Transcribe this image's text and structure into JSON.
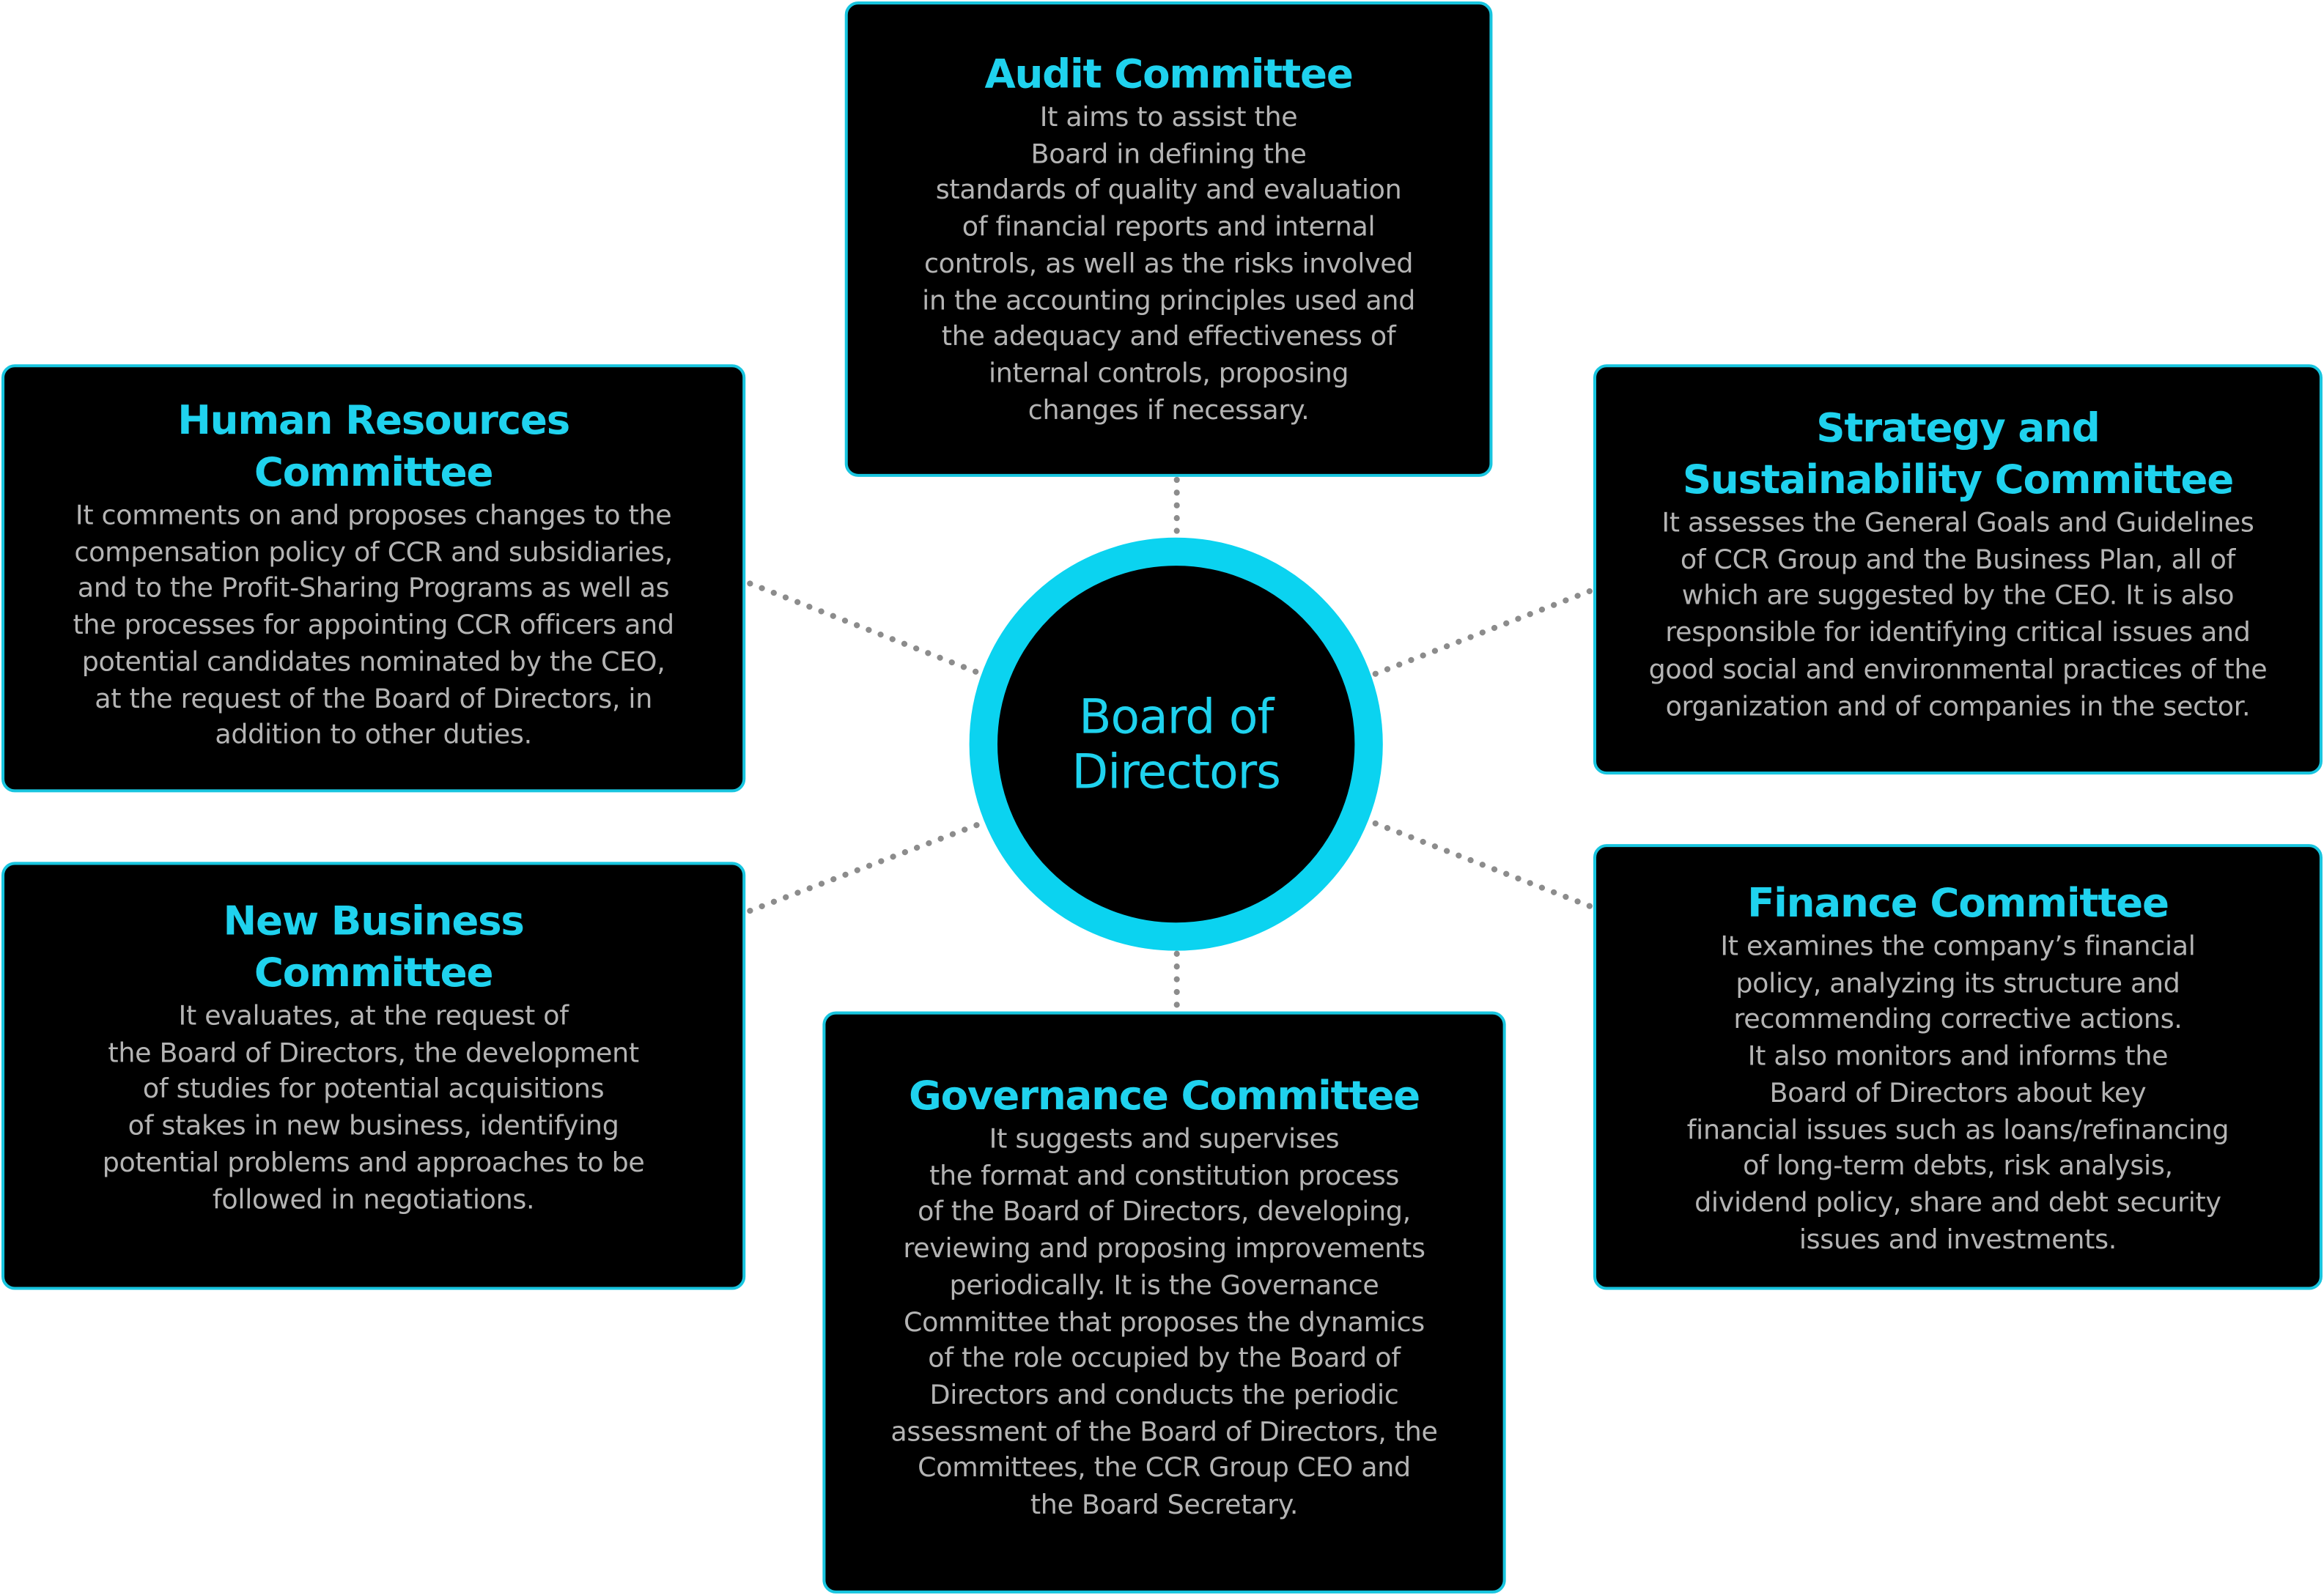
{
  "colors": {
    "accent": "#1fd2ee",
    "border": "#18c5df",
    "ring": "#0bd3f0",
    "box_background": "#000000",
    "body_text": "#b4b4b4",
    "connector": "#8c8c8c"
  },
  "center": {
    "label_lines": [
      "Board of",
      "Directors"
    ]
  },
  "committees": {
    "audit": {
      "title_lines": [
        "Audit Committee"
      ],
      "description_lines": [
        "It aims to assist the",
        "Board in defining the",
        "standards of quality and evaluation",
        "of financial reports and internal",
        "controls, as well as the risks involved",
        "in the accounting principles used and",
        "the adequacy and effectiveness of",
        "internal controls, proposing",
        "changes if necessary."
      ]
    },
    "human_resources": {
      "title_lines": [
        "Human Resources",
        "Committee"
      ],
      "description_lines": [
        "It comments on and proposes changes to the",
        "compensation policy of CCR and subsidiaries,",
        "and to the Profit-Sharing Programs as well as",
        "the processes for appointing CCR officers and",
        "potential candidates nominated by the CEO,",
        "at the request of the Board of Directors, in",
        "addition to other duties."
      ]
    },
    "strategy": {
      "title_lines": [
        "Strategy and",
        "Sustainability Committee"
      ],
      "description_lines": [
        "It assesses the General Goals and Guidelines",
        "of CCR Group and the Business Plan, all of",
        "which are suggested by the CEO. It is also",
        "responsible for identifying critical issues and",
        "good social and environmental practices of the",
        "organization and of companies in the sector."
      ]
    },
    "new_business": {
      "title_lines": [
        "New Business",
        "Committee"
      ],
      "description_lines": [
        "It evaluates, at the request of",
        "the Board of Directors, the development",
        "of studies for potential acquisitions",
        "of stakes in new business, identifying",
        "potential problems and approaches to be",
        "followed in negotiations."
      ]
    },
    "finance": {
      "title_lines": [
        "Finance Committee"
      ],
      "description_lines": [
        "It examines the company’s financial",
        "policy, analyzing its structure and",
        "recommending corrective actions.",
        "It also monitors and informs the",
        "Board of Directors about key",
        "financial issues such as loans/refinancing",
        "of long-term debts, risk analysis,",
        "dividend policy, share and debt security",
        "issues and investments."
      ]
    },
    "governance": {
      "title_lines": [
        "Governance Committee"
      ],
      "description_lines": [
        "It suggests and supervises",
        "the format and constitution process",
        "of the Board of Directors, developing,",
        "reviewing and proposing improvements",
        "periodically. It is the Governance",
        "Committee that proposes the dynamics",
        "of the role occupied by the Board of",
        "Directors and conducts the periodic",
        "assessment of the Board of Directors, the",
        "Committees, the CCR Group CEO and",
        "the Board Secretary."
      ]
    }
  }
}
